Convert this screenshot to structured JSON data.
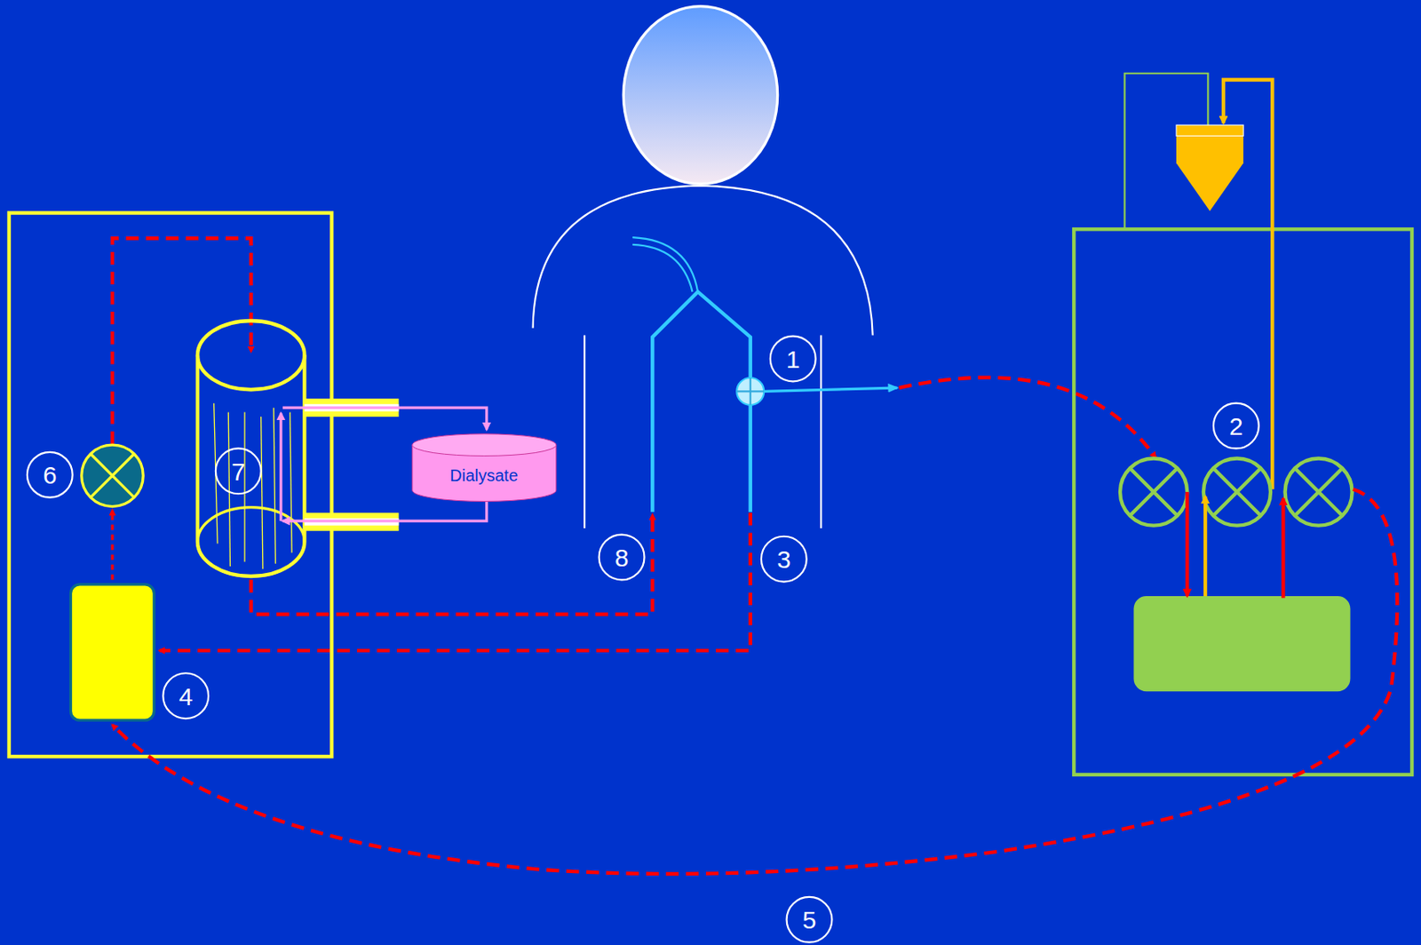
{
  "diagram": {
    "nodes": [
      {
        "text": [
          "Dialysate"
        ]
      }
    ],
    "labels": [
      "1",
      "2",
      "3",
      "4",
      "5",
      "6",
      "7",
      "8"
    ]
  }
}
